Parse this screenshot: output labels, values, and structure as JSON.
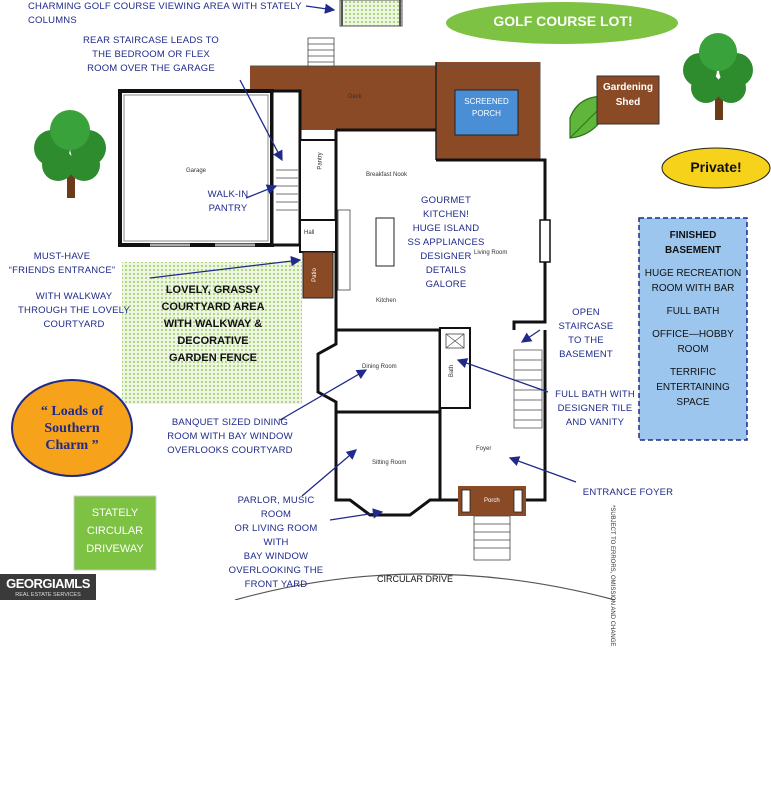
{
  "callouts": {
    "golf_view": "CHARMING GOLF COURSE VIEWING AREA WITH STATELY COLUMNS",
    "rear_staircase": [
      "REAR STAIRCASE LEADS TO",
      "THE BEDROOM OR FLEX",
      "ROOM OVER THE GARAGE"
    ],
    "walk_in_pantry": [
      "WALK-IN",
      "PANTRY"
    ],
    "friends_entrance": [
      "MUST-HAVE",
      "“FRIENDS ENTRANCE”"
    ],
    "walkway": [
      "WITH WALKWAY",
      "THROUGH THE LOVELY",
      "COURTYARD"
    ],
    "courtyard": [
      "LOVELY, GRASSY",
      "COURTYARD AREA",
      "WITH WALKWAY &",
      "DECORATIVE",
      "GARDEN FENCE"
    ],
    "kitchen": [
      "GOURMET",
      "KITCHEN!",
      "HUGE ISLAND",
      "SS APPLIANCES",
      "DESIGNER",
      "DETAILS",
      "GALORE"
    ],
    "open_staircase": [
      "OPEN",
      "STAIRCASE",
      "TO THE",
      "BASEMENT"
    ],
    "full_bath": [
      "FULL BATH WITH",
      "DESIGNER TILE",
      "AND VANITY"
    ],
    "banquet": [
      "BANQUET SIZED DINING",
      "ROOM WITH BAY WINDOW",
      "OVERLOOKS COURTYARD"
    ],
    "parlor": [
      "PARLOR, MUSIC ROOM",
      "OR LIVING ROOM WITH",
      "BAY WINDOW",
      "OVERLOOKING THE",
      "FRONT YARD"
    ],
    "entrance_foyer": "ENTRANCE FOYER",
    "circular_drive": "CIRCULAR DRIVE",
    "disclaimer": "*SUBJECT TO ERRORS, OMISSION AND CHANGE"
  },
  "badges": {
    "golf_lot": "GOLF COURSE LOT!",
    "private": "Private!",
    "southern_charm": [
      "“ Loads of",
      "Southern",
      "Charm ”"
    ],
    "driveway": [
      "STATELY",
      "CIRCULAR",
      "DRIVEWAY"
    ],
    "gardening_shed": [
      "Gardening",
      "Shed"
    ]
  },
  "basement": {
    "title": [
      "FINISHED",
      "BASEMENT"
    ],
    "items": [
      [
        "HUGE RECREATION",
        "ROOM WITH BAR"
      ],
      [
        "FULL BATH"
      ],
      [
        "OFFICE—HOBBY",
        "ROOM"
      ],
      [
        "TERRIFIC",
        "ENTERTAINING",
        "SPACE"
      ]
    ]
  },
  "rooms": {
    "deck": "Deck",
    "screened_porch": [
      "SCREENED",
      "PORCH"
    ],
    "garage": "Garage",
    "pantry": "Pantry",
    "breakfast_nook": "Breakfast Nook",
    "hall": "Hall",
    "patio": "Patio",
    "kitchen": "Kitchen",
    "living_room": "Living Room",
    "dining_room": "Dining Room",
    "bath": "Bath",
    "foyer": "Foyer",
    "sitting_room": "Sitting Room",
    "porch": "Porch"
  },
  "logo": {
    "brand": "GEORGIAMLS",
    "sub": "REAL ESTATE SERVICES"
  },
  "colors": {
    "navy_text": "#1f2a8a",
    "deck_brown": "#8a4a26",
    "porch_blue": "#4a8fd6",
    "grass_green": "#7dc242",
    "charm_orange": "#f6a31b",
    "basement_blue": "#9cc6ee",
    "wall": "#111111"
  }
}
